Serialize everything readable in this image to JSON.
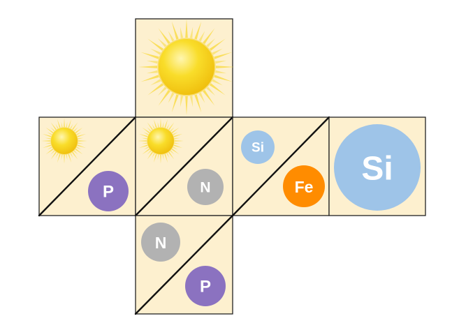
{
  "net": {
    "cells": [
      {
        "id": "top",
        "split": false,
        "items": [
          {
            "kind": "sun"
          }
        ]
      },
      {
        "id": "left",
        "split": true,
        "items": [
          {
            "kind": "sun"
          },
          {
            "kind": "element",
            "label": "P",
            "color": "#8b72c0"
          }
        ]
      },
      {
        "id": "center",
        "split": true,
        "items": [
          {
            "kind": "sun"
          },
          {
            "kind": "element",
            "label": "N",
            "color": "#b2b2b2"
          }
        ]
      },
      {
        "id": "right",
        "split": true,
        "items": [
          {
            "kind": "element",
            "label": "Si",
            "color": "#9ec4e8"
          },
          {
            "kind": "element",
            "label": "Fe",
            "color": "#ff8c00"
          }
        ]
      },
      {
        "id": "far-right",
        "split": false,
        "items": [
          {
            "kind": "element",
            "label": "Si",
            "color": "#9ec4e8"
          }
        ]
      },
      {
        "id": "bottom",
        "split": true,
        "items": [
          {
            "kind": "element",
            "label": "N",
            "color": "#b2b2b2"
          },
          {
            "kind": "element",
            "label": "P",
            "color": "#8b72c0"
          }
        ]
      }
    ],
    "colors": {
      "face": "#fdf0cf",
      "sun_core": "#f7d51a",
      "sun_rays": "#f9dc4a"
    }
  }
}
